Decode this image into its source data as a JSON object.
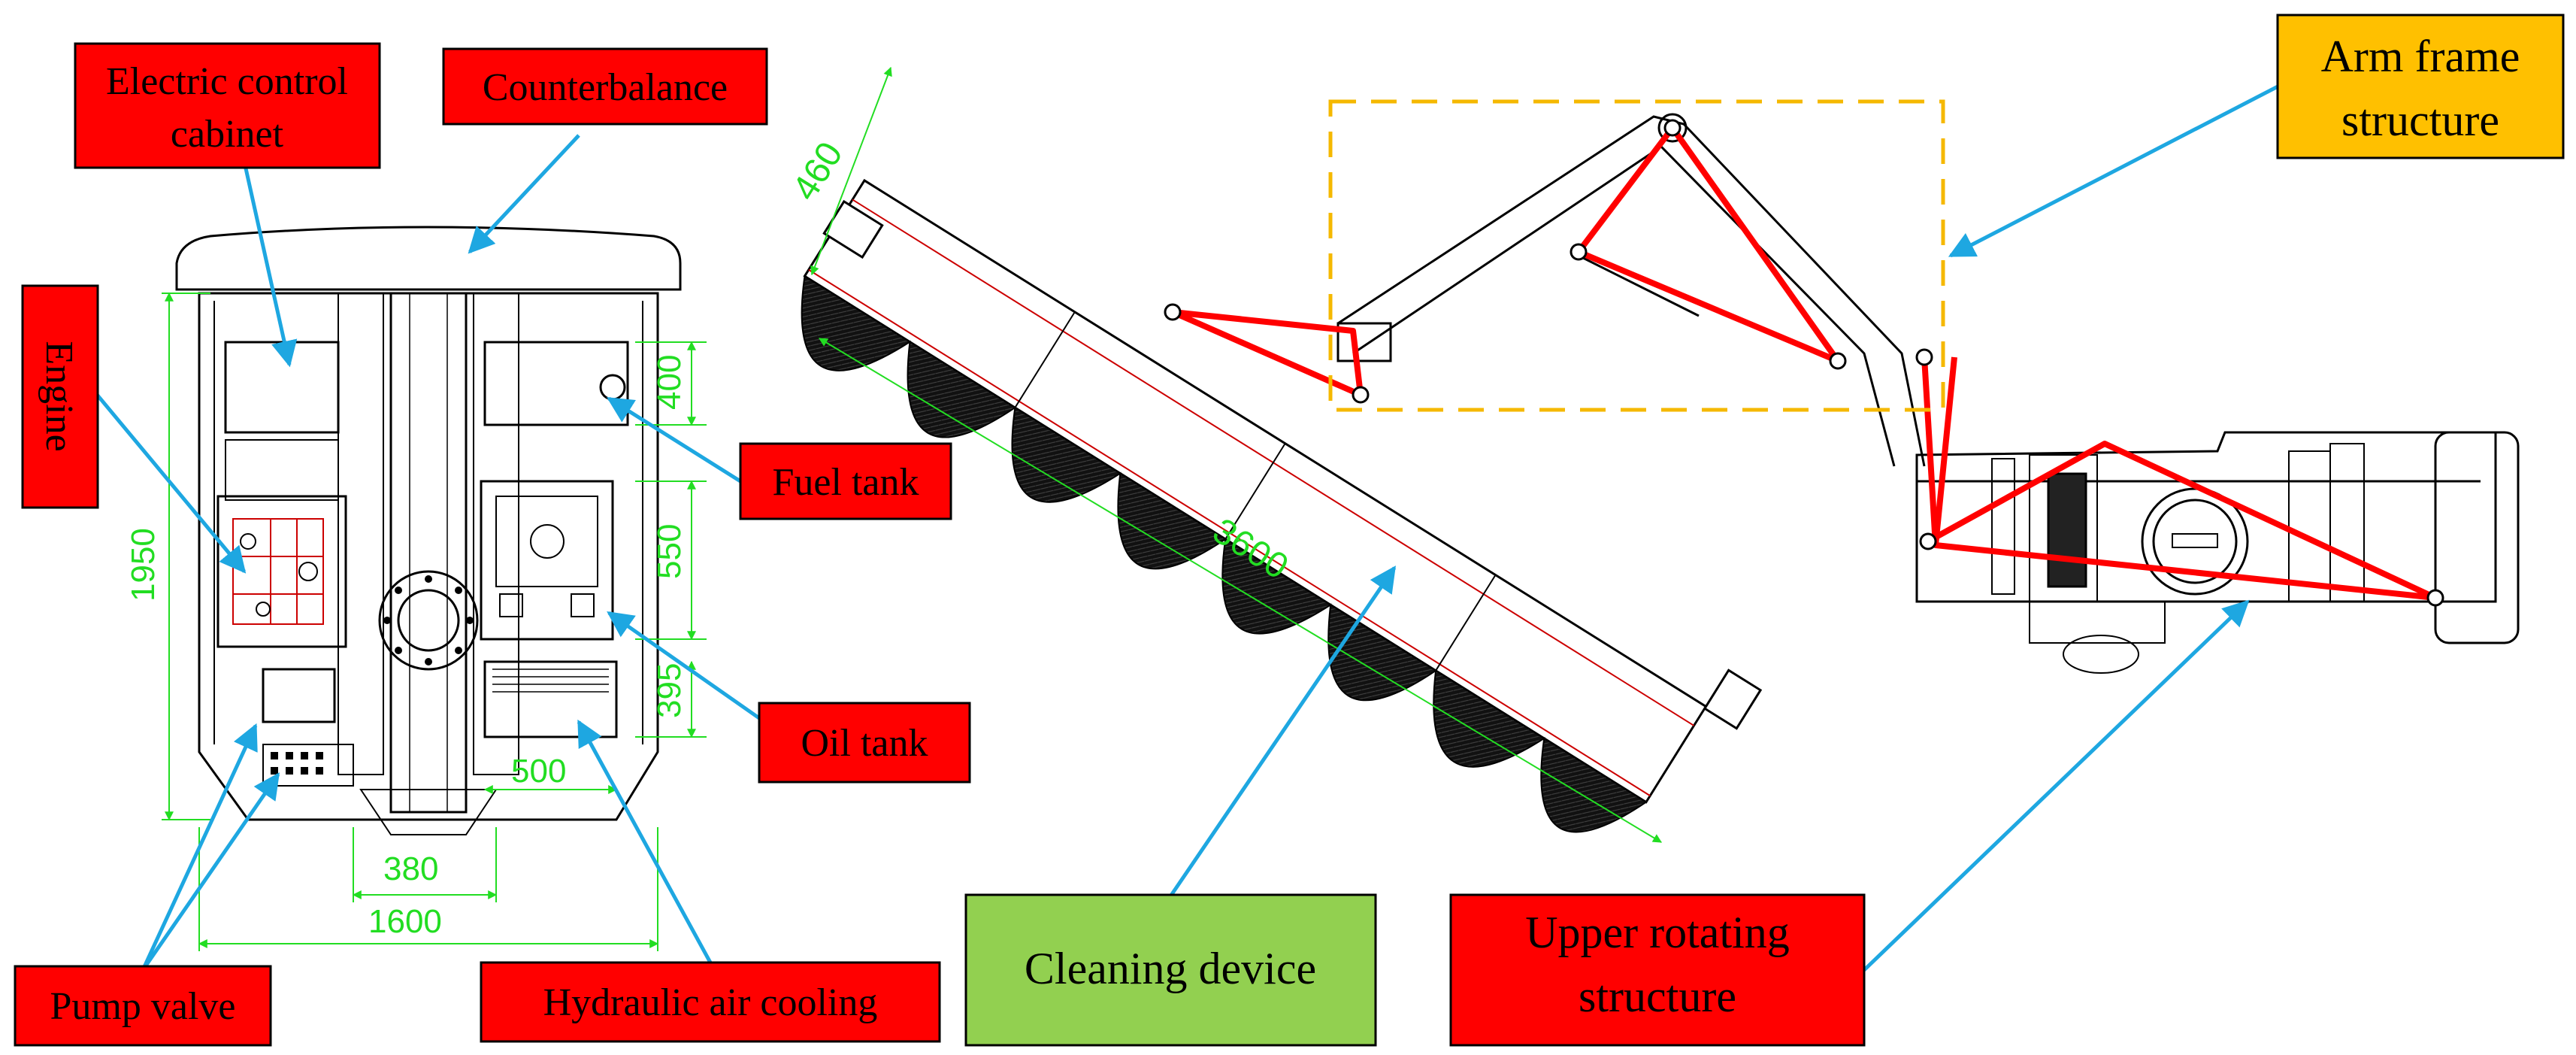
{
  "labels": {
    "electric_control_cabinet_line1": "Electric control",
    "electric_control_cabinet_line2": "cabinet",
    "counterbalance": "Counterbalance",
    "engine": "Engine",
    "fuel_tank": "Fuel tank",
    "oil_tank": "Oil tank",
    "pump_valve": "Pump valve",
    "hydraulic_air_cooling": "Hydraulic air cooling",
    "cleaning_device": "Cleaning device",
    "upper_rotating_structure_line1": "Upper rotating",
    "upper_rotating_structure_line2": "structure",
    "arm_frame_structure_line1": "Arm frame",
    "arm_frame_structure_line2": "structure"
  },
  "dimensions": {
    "height_total": "1950",
    "fuel_tank_height": "400",
    "oil_tank_height": "550",
    "cooler_height": "395",
    "cooler_width": "500",
    "center_width": "380",
    "base_width": "1600",
    "brush_width": "460",
    "brush_length": "3600"
  },
  "colors": {
    "label_red": "#ff0000",
    "label_green": "#92d050",
    "label_orange": "#ffc000",
    "pointer_blue": "#1ea7e1",
    "dimension_green": "#22dd22",
    "structure_line_red": "#ff0000",
    "dashed_box": "#f5b800"
  }
}
